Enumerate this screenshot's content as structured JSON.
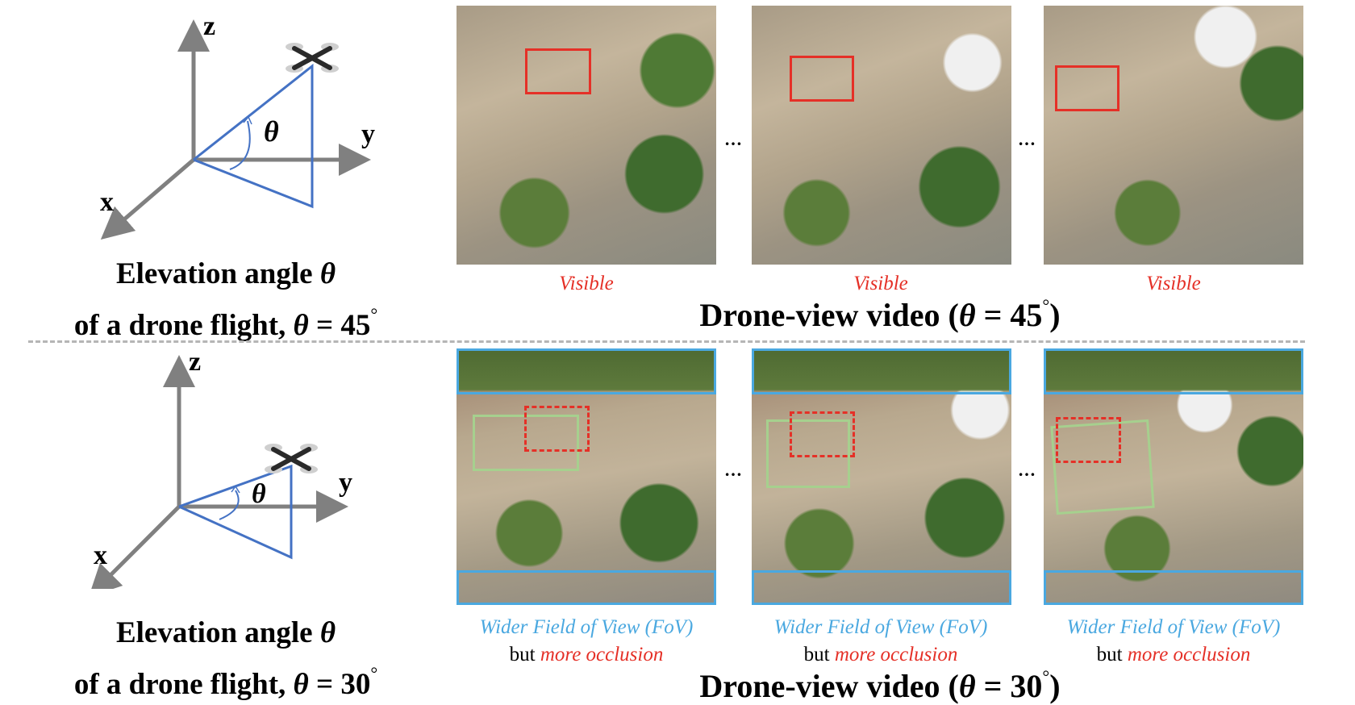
{
  "rows": [
    {
      "id": "theta-45",
      "diagram": {
        "axis_labels": {
          "x": "x",
          "y": "y",
          "z": "z"
        },
        "angle_symbol": "θ",
        "title_line1_text": "Elevation angle ",
        "title_line1_symbol": "θ",
        "title_line2_text": "of a drone flight, ",
        "title_line2_symbol": "θ",
        "title_line2_value": " = 45",
        "degree": "°"
      },
      "frames": [
        {
          "caption": "Visible"
        },
        {
          "caption": "Visible"
        },
        {
          "caption": "Visible"
        }
      ],
      "ellipsis": "…",
      "title_prefix": "Drone-view video (",
      "title_symbol": "θ",
      "title_value": " = 45",
      "title_degree": "°",
      "title_suffix": ")"
    },
    {
      "id": "theta-30",
      "diagram": {
        "axis_labels": {
          "x": "x",
          "y": "y",
          "z": "z"
        },
        "angle_symbol": "θ",
        "title_line1_text": "Elevation angle ",
        "title_line1_symbol": "θ",
        "title_line2_text": "of a drone flight, ",
        "title_line2_symbol": "θ",
        "title_line2_value": " = 30",
        "degree": "°"
      },
      "frames": [
        {
          "caption_fov": "Wider Field of View (FoV)",
          "caption_but": "but ",
          "caption_occlusion": "more occlusion"
        },
        {
          "caption_fov": "Wider Field of View (FoV)",
          "caption_but": "but ",
          "caption_occlusion": "more occlusion"
        },
        {
          "caption_fov": "Wider Field of View (FoV)",
          "caption_but": "but ",
          "caption_occlusion": "more occlusion"
        }
      ],
      "ellipsis": "…",
      "title_prefix": "Drone-view video (",
      "title_symbol": "θ",
      "title_value": " = 30",
      "title_degree": "°",
      "title_suffix": ")"
    }
  ],
  "colors": {
    "axis": "#808080",
    "triangle": "#4472c4",
    "visible_box": "#e53027",
    "fov_box": "#4aa8e0",
    "target_box": "#a6d08e",
    "divider": "#b5b5b5"
  },
  "icons": [
    "drone-icon",
    "rotation-arrow-icon"
  ]
}
